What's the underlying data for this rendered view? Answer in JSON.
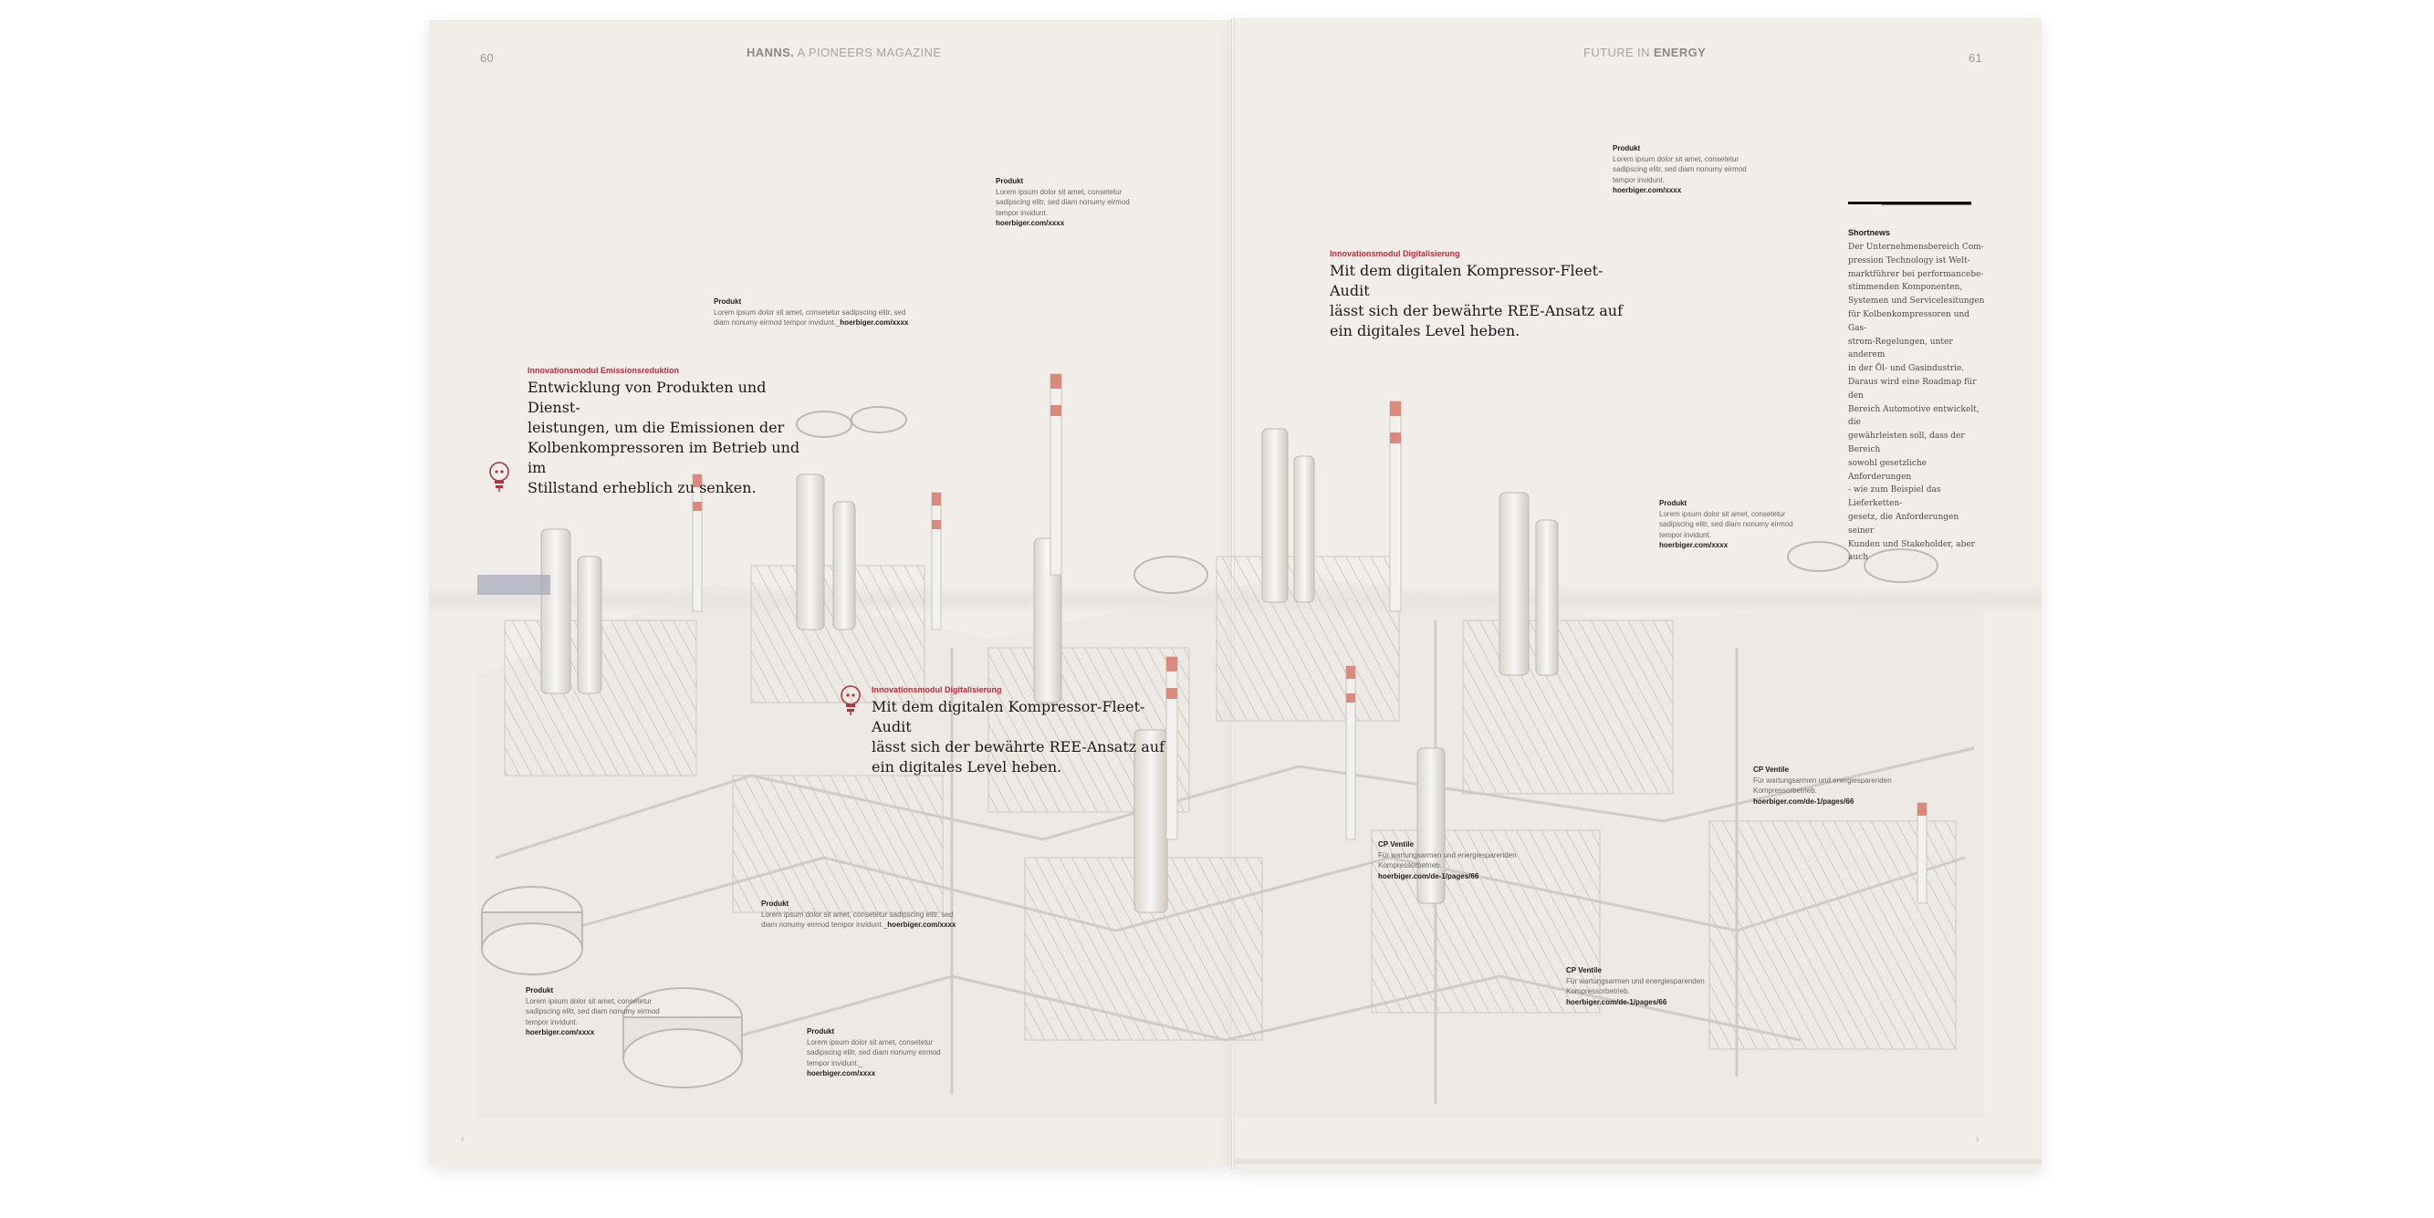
{
  "left_page": {
    "folio": "60",
    "running_head_brand": "HANNS.",
    "running_head_rest": " A PIONEERS MAGAZINE"
  },
  "right_page": {
    "folio": "61",
    "running_head_rest": "FUTURE IN ",
    "running_head_brand": "ENERGY"
  },
  "feature_left": {
    "kicker": "Innovationsmodul Emissionsreduktion",
    "headline_lines": [
      "Entwicklung von Produkten und Dienst-",
      "leistungen, um die Emissionen der",
      "Kolbenkompressoren im Betrieb und im",
      "Stillstand erheblich zu senken."
    ]
  },
  "feature_center": {
    "kicker": "Innovationsmodul Digitalisierung",
    "headline_lines": [
      "Mit dem digitalen Kompressor-Fleet-Audit",
      "lässt sich der bewährte REE-Ansatz auf",
      "ein digitales Level heben."
    ]
  },
  "feature_right": {
    "kicker": "Innovationsmodul Digitalisierung",
    "headline_lines": [
      "Mit dem digitalen Kompressor-Fleet-Audit",
      "lässt sich der bewährte REE-Ansatz auf",
      "ein digitales Level heben."
    ]
  },
  "labels": [
    {
      "title": "Produkt",
      "lines": [
        "Lorem ipsum dolor sit amet, consetetur",
        "sadipscing elitr, sed diam nonumy eirmod",
        "tempor invidunt."
      ],
      "url": "hoerbiger.com/xxxx"
    },
    {
      "title": "Produkt",
      "lines": [
        "Lorem ipsum dolor sit amet, consetetur sadipscing elitr, sed",
        "diam nonumy eirmod tempor invidunt._"
      ],
      "url": "hoerbiger.com/xxxx"
    },
    {
      "title": "Produkt",
      "lines": [
        "Lorem ipsum dolor sit amet, consetetur sadipscing elitr, sed",
        "diam nonumy eirmod tempor invidunt._"
      ],
      "url": "hoerbiger.com/xxxx"
    },
    {
      "title": "Produkt",
      "lines": [
        "Lorem ipsum dolor sit amet, consetetur",
        "sadipscing elitr, sed diam nonumy eirmod",
        "tempor invidunt."
      ],
      "url": "hoerbiger.com/xxxx"
    },
    {
      "title": "Produkt",
      "lines": [
        "Lorem ipsum dolor sit amet, consetetur",
        "sadipscing elitr, sed diam nonumy eirmod",
        "tempor invidunt._"
      ],
      "url": "hoerbiger.com/xxxx"
    },
    {
      "title": "Produkt",
      "lines": [
        "Lorem ipsum dolor sit amet, consetetur",
        "sadipscing elitr, sed diam nonumy eirmod",
        "tempor invidunt."
      ],
      "url": "hoerbiger.com/xxxx"
    },
    {
      "title": "Produkt",
      "lines": [
        "Lorem ipsum dolor sit amet, consetetur",
        "sadipscing elitr, sed diam nonumy eirmod",
        "tempor invidunt."
      ],
      "url": "hoerbiger.com/xxxx"
    },
    {
      "title": "CP Ventile",
      "lines": [
        "Für wartungsarmen und energiesparenden",
        "Kompressorbetrieb."
      ],
      "url": "hoerbiger.com/de-1/pages/66"
    },
    {
      "title": "CP Ventile",
      "lines": [
        "Für wartungsarmen und energiesparenden",
        "Kompressorbetrieb."
      ],
      "url": "hoerbiger.com/de-1/pages/66"
    },
    {
      "title": "CP Ventile",
      "lines": [
        "Für wartungsarmen und energiesparenden",
        "Kompressorbetrieb."
      ],
      "url": "hoerbiger.com/de-1/pages/66"
    }
  ],
  "shortnews": {
    "title": "Shortnews",
    "body": "Der Unternehmensbereich Com-\npression Technology ist Welt-\nmarktführer bei performancebe-\nstimmenden Komponenten,\nSystemen und Servicelesitungen\nfür Kolbenkompressoren und Gas-\nstrom-Regelungen, unter anderem\nin der Öl- und Gasindustrie.\nDaraus wird eine Roadmap für den\nBereich Automotive entwickelt, die\ngewährleisten soll, dass der Bereich\nsowohl gesetzliche Anforderungen\n- wie zum Beispiel das Lieferketten-\ngesetz, die Anforderungen seiner\nKunden und Stakeholder, aber auch"
  },
  "colors": {
    "accent": "#b1333d",
    "paper": "#f1eeea",
    "ink": "#1c1a19"
  },
  "icons": [
    "lightbulb-icon",
    "prev-arrow-icon",
    "next-arrow-icon"
  ]
}
